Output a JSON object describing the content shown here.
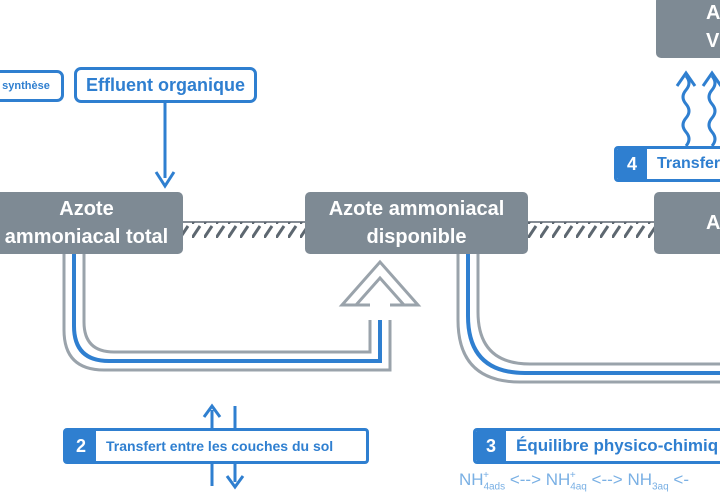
{
  "labels": {
    "synthese": "synthèse",
    "effluent": "Effluent organique",
    "azote_total_l1": "Azote",
    "azote_total_l2": "ammoniacal total",
    "azote_dispo_l1": "Azote ammoniacal",
    "azote_dispo_l2": "disponible",
    "azote_right": "A",
    "top_right_l1": "A",
    "top_right_l2": "V"
  },
  "processes": [
    {
      "number": "2",
      "label": "Transfert entre les couches du sol"
    },
    {
      "number": "3",
      "label": "Équilibre physico-chimiq"
    },
    {
      "number": "4",
      "label": "Transfer"
    }
  ],
  "equation": {
    "t1": "NH",
    "t1_sub": "4",
    "t1_sup": "+",
    "t1_tag": "ads",
    "arrow1": " <--> ",
    "t2": "NH",
    "t2_sub": "4",
    "t2_sup": "+",
    "t2_tag": "aq",
    "arrow2": " <--> ",
    "t3": "NH",
    "t3_sub": "3aq",
    "arrow3": " <-"
  },
  "colors": {
    "blue": "#2f7fd0",
    "gray_box": "#7e8a94",
    "gray_line": "#9aa3ab",
    "light_blue": "#7ab0e4"
  },
  "icons": [
    "wavy-arrow-up-icon",
    "double-vertical-arrow-icon",
    "hatched-ground-line"
  ]
}
